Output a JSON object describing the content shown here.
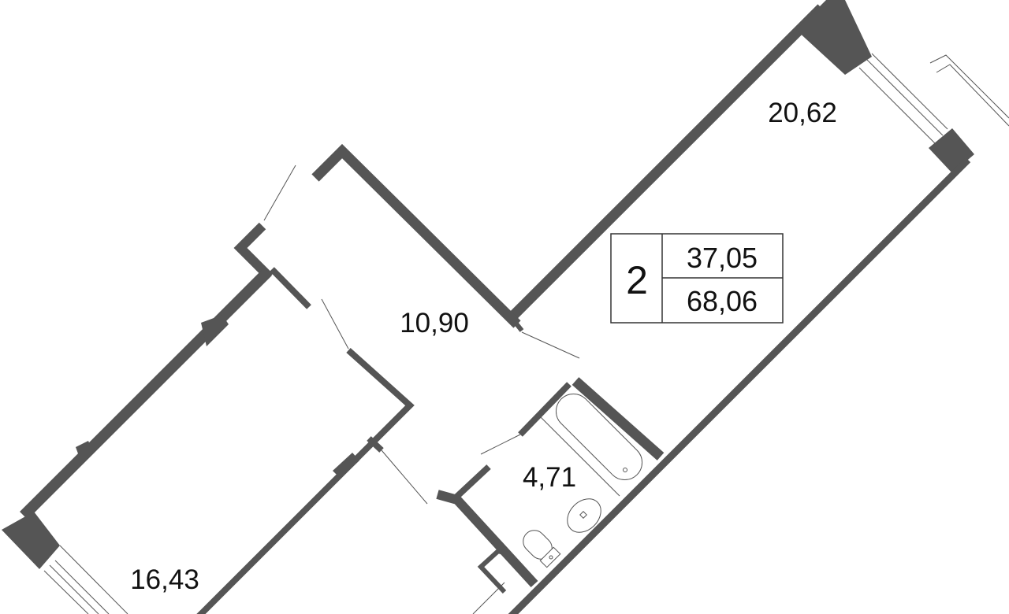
{
  "plan": {
    "rooms": [
      {
        "name": "room-right",
        "area": "20,62"
      },
      {
        "name": "hallway",
        "area": "10,90"
      },
      {
        "name": "bathroom",
        "area": "4,71"
      },
      {
        "name": "room-left",
        "area": "16,43"
      }
    ],
    "summary": {
      "rooms_count": "2",
      "living_area": "37,05",
      "total_area": "68,06"
    },
    "colors": {
      "wall": "#555555"
    }
  }
}
